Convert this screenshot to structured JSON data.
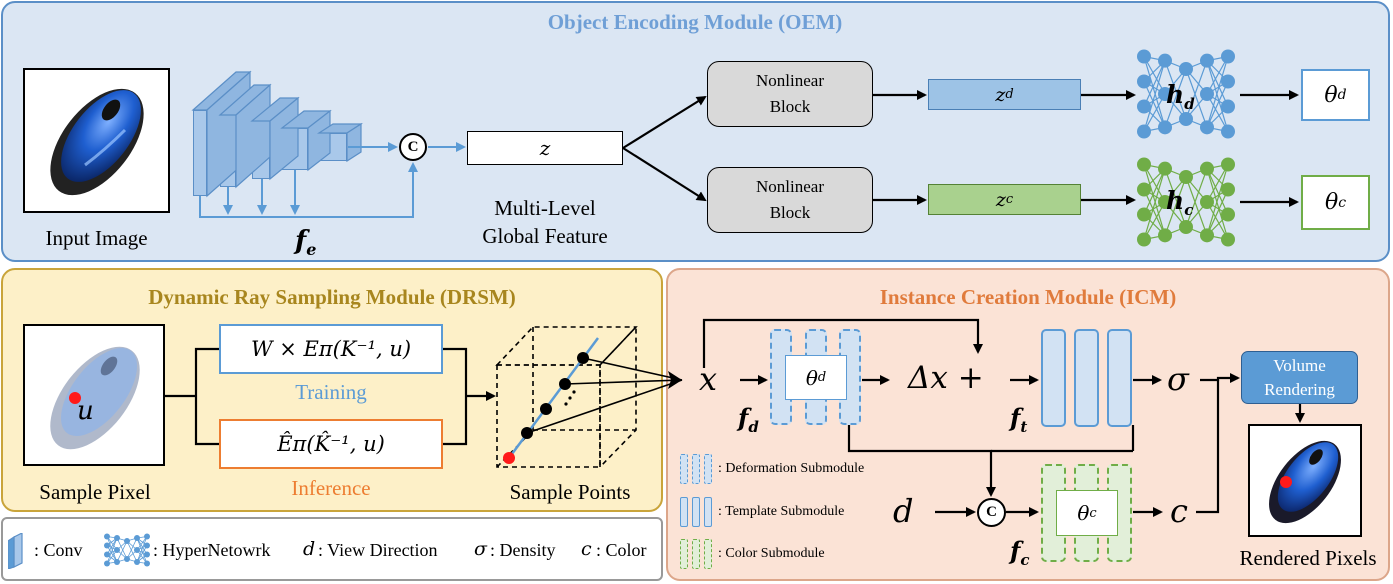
{
  "oem": {
    "title": "Object Encoding Module (OEM)",
    "input_image_label": "Input Image",
    "fe_label": "f",
    "fe_sub": "e",
    "concat_symbol": "C",
    "z_label": "z",
    "mlgf_line1": "Multi-Level",
    "mlgf_line2": "Global Feature",
    "nonlinear_line1": "Nonlinear",
    "nonlinear_line2": "Block",
    "zd_label": "z",
    "zd_sub": "d",
    "zc_label": "z",
    "zc_sub": "c",
    "hd_label": "h",
    "hd_sub": "d",
    "hc_label": "h",
    "hc_sub": "c",
    "theta_d_label": "θ",
    "theta_d_sub": "d",
    "theta_c_label": "θ",
    "theta_c_sub": "c"
  },
  "drsm": {
    "title": "Dynamic Ray Sampling Module (DRSM)",
    "u_label": "u",
    "sample_pixel_label": "Sample Pixel",
    "training_formula": "W × Eπ(K⁻¹, u)",
    "training_label": "Training",
    "inference_formula": "Êπ(K̂⁻¹, u)",
    "inference_label": "Inference",
    "sample_points_label": "Sample Points"
  },
  "icm": {
    "title": "Instance Creation Module (ICM)",
    "x_label": "x",
    "theta_d_label": "θ",
    "theta_d_sub": "d",
    "fd_label": "f",
    "fd_sub": "d",
    "delta_x_label": "Δx +",
    "ft_label": "f",
    "ft_sub": "t",
    "sigma_label": "σ",
    "volume_rendering_line1": "Volume",
    "volume_rendering_line2": "Rendering",
    "rendered_pixels_label": "Rendered Pixels",
    "concat_symbol": "C",
    "d_label": "d",
    "theta_c_label": "θ",
    "theta_c_sub": "c",
    "fc_label": "f",
    "fc_sub": "c",
    "c_label": "c",
    "legend": {
      "deformation": ": Deformation Submodule",
      "template": ": Template Submodule",
      "color": ": Color Submodule"
    }
  },
  "legend": {
    "conv": ": Conv",
    "hypernetwork": ": HyperNetowrk",
    "view_direction_sym": "d",
    "view_direction": ": View Direction",
    "density_sym": "σ",
    "density": ": Density",
    "color_sym": "c",
    "color": ": Color"
  },
  "colors": {
    "oem_bg": "#dbe6f3",
    "oem_border": "#5b8fc7",
    "oem_title": "#6f9fd6",
    "drsm_bg": "#fdf0c8",
    "drsm_border": "#c9a43a",
    "drsm_title": "#a8861e",
    "icm_bg": "#fbe3d6",
    "icm_border": "#dca68a",
    "icm_title": "#e07b3c",
    "blue": "#5b9bd5",
    "green": "#70ad47",
    "orange": "#ed7d31"
  }
}
